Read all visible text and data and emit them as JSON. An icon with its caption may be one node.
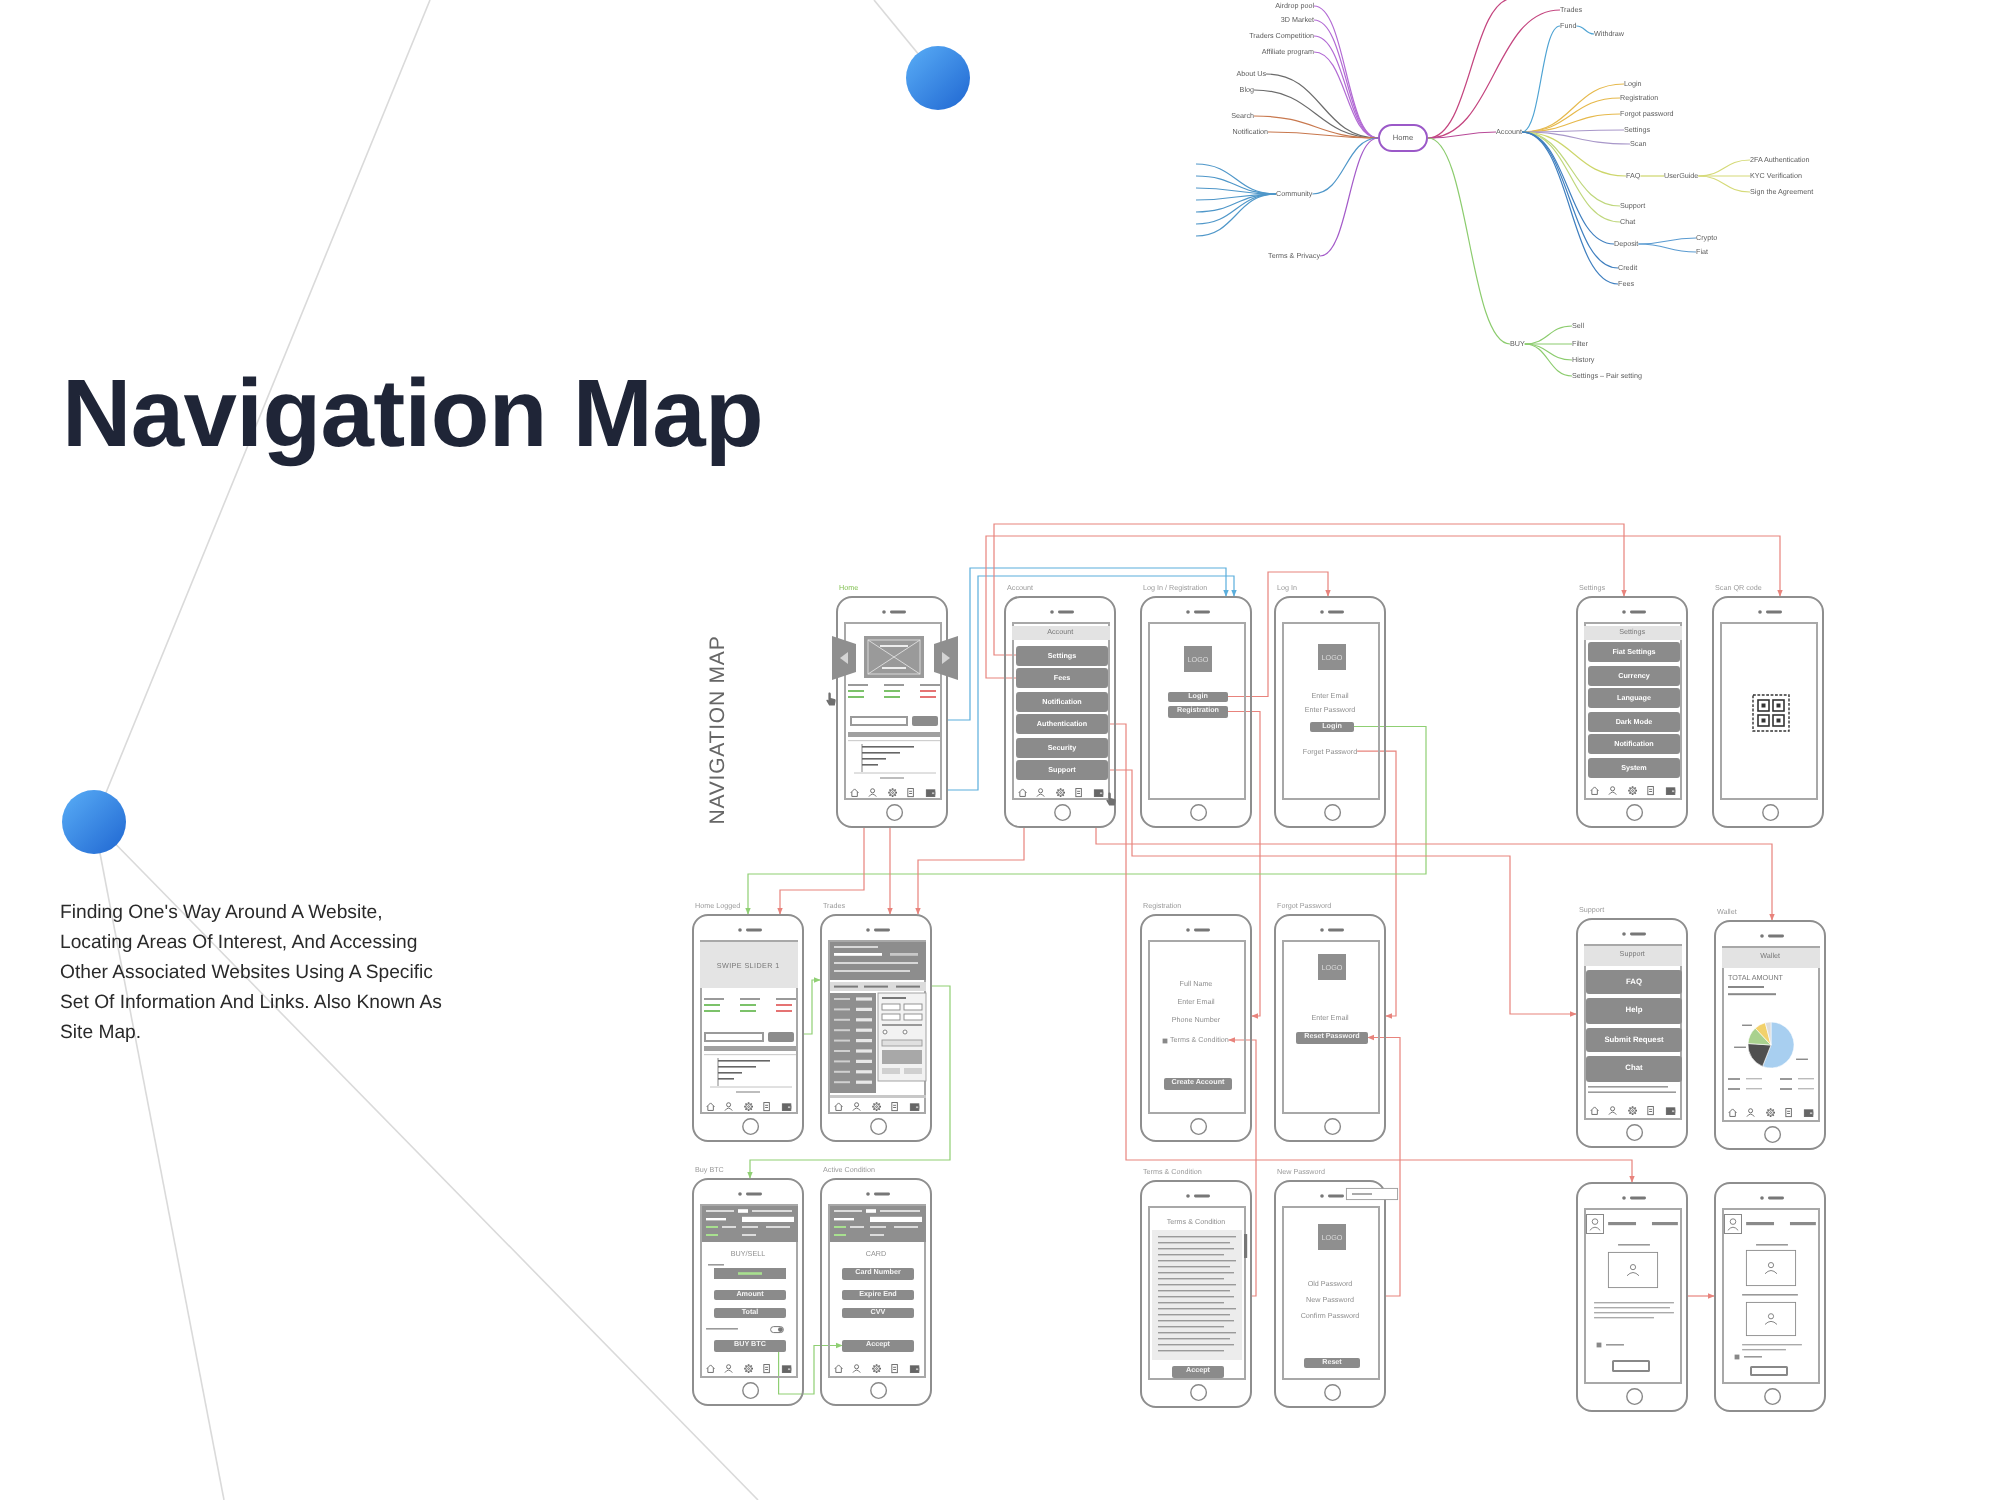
{
  "diagram": {
    "title": "Navigation Map",
    "caption": "Finding One's Way Around A Website, Locating Areas Of Interest, And Accessing Other Associated Websites Using A Specific Set Of Information And Links. Also Known As Site Map.",
    "nodes": [
      {
        "text": [
          "Home"
        ]
      },
      {
        "text": [
          "Airdrop pool"
        ]
      },
      {
        "text": [
          "3D Market"
        ]
      },
      {
        "text": [
          "Traders Competition"
        ]
      },
      {
        "text": [
          "Affiliate program"
        ]
      },
      {
        "text": [
          "About Us"
        ]
      },
      {
        "text": [
          "Blog"
        ]
      },
      {
        "text": [
          "Search"
        ]
      },
      {
        "text": [
          "Notification"
        ]
      },
      {
        "text": [
          "Community"
        ]
      },
      {
        "text": [
          "Terms & Privacy"
        ]
      },
      {
        "text": [
          "Trades"
        ]
      },
      {
        "text": [
          "Account"
        ]
      },
      {
        "text": [
          "Fund"
        ]
      },
      {
        "text": [
          "Withdraw"
        ]
      },
      {
        "text": [
          "Login"
        ]
      },
      {
        "text": [
          "Registration"
        ]
      },
      {
        "text": [
          "Forgot password"
        ]
      },
      {
        "text": [
          "Settings"
        ]
      },
      {
        "text": [
          "Scan"
        ]
      },
      {
        "text": [
          "FAQ"
        ]
      },
      {
        "text": [
          "UserGuide"
        ]
      },
      {
        "text": [
          "2FA Authentication"
        ]
      },
      {
        "text": [
          "KYC Verification"
        ]
      },
      {
        "text": [
          "Sign the Agreement"
        ]
      },
      {
        "text": [
          "Support"
        ]
      },
      {
        "text": [
          "Chat"
        ]
      },
      {
        "text": [
          "Deposit"
        ]
      },
      {
        "text": [
          "Crypto"
        ]
      },
      {
        "text": [
          "Fiat"
        ]
      },
      {
        "text": [
          "Credit"
        ]
      },
      {
        "text": [
          "Fees"
        ]
      },
      {
        "text": [
          "BUY"
        ]
      },
      {
        "text": [
          "Sell"
        ]
      },
      {
        "text": [
          "Filter"
        ]
      },
      {
        "text": [
          "History"
        ]
      },
      {
        "text": [
          "Settings – Pair setting"
        ]
      },
      {
        "text": [
          "Home"
        ]
      },
      {
        "text": [
          "Account",
          "Account"
        ]
      },
      {
        "text": [
          "Settings"
        ],
        "in": 38
      },
      {
        "text": [
          "Fees"
        ],
        "in": 38
      },
      {
        "text": [
          "Notification"
        ],
        "in": 38
      },
      {
        "text": [
          "Authentication"
        ],
        "in": 38
      },
      {
        "text": [
          "Security"
        ],
        "in": 38
      },
      {
        "text": [
          "Support"
        ],
        "in": 38
      },
      {
        "text": [
          "Log In / Registration",
          "LOGO"
        ]
      },
      {
        "text": [
          "Login"
        ],
        "in": 45
      },
      {
        "text": [
          "Registration"
        ],
        "in": 45
      },
      {
        "text": [
          "Log In",
          "LOGO",
          "Enter Email",
          "Enter Password"
        ]
      },
      {
        "text": [
          "Login"
        ],
        "in": 48
      },
      {
        "text": [
          "Forget Password"
        ],
        "in": 48
      },
      {
        "text": [
          "Settings",
          "Settings"
        ]
      },
      {
        "text": [
          "Fiat Settings"
        ],
        "in": 51
      },
      {
        "text": [
          "Currency"
        ],
        "in": 51
      },
      {
        "text": [
          "Language"
        ],
        "in": 51
      },
      {
        "text": [
          "Dark Mode"
        ],
        "in": 51
      },
      {
        "text": [
          "Notification"
        ],
        "in": 51
      },
      {
        "text": [
          "System"
        ],
        "in": 51
      },
      {
        "text": [
          "Scan QR code"
        ]
      },
      {
        "text": [
          "Home Logged",
          "SWIPE SLIDER 1"
        ]
      },
      {
        "text": [
          "Trades"
        ]
      },
      {
        "text": [
          "Registration",
          "Full Name",
          "Enter Email",
          "Phone Number"
        ]
      },
      {
        "text": [
          "Terms & Condition"
        ],
        "in": 61
      },
      {
        "text": [
          "Create Account"
        ],
        "in": 61
      },
      {
        "text": [
          "Forgot Password",
          "LOGO",
          "Enter Email"
        ]
      },
      {
        "text": [
          "Reset Password"
        ],
        "in": 64
      },
      {
        "text": [
          "Support",
          "Support"
        ]
      },
      {
        "text": [
          "FAQ"
        ],
        "in": 66
      },
      {
        "text": [
          "Help"
        ],
        "in": 66
      },
      {
        "text": [
          "Submit Request"
        ],
        "in": 66
      },
      {
        "text": [
          "Chat"
        ],
        "in": 66
      },
      {
        "text": [
          "Wallet",
          "Wallet",
          "TOTAL AMOUNT"
        ]
      },
      {
        "text": [
          "Buy BTC",
          "BUY/SELL"
        ]
      },
      {
        "text": [
          "Amount"
        ],
        "in": 72
      },
      {
        "text": [
          "Total"
        ],
        "in": 72
      },
      {
        "text": [
          "BUY BTC"
        ],
        "in": 72
      },
      {
        "text": [
          "Active Condition",
          "CARD"
        ]
      },
      {
        "text": [
          "Card Number"
        ],
        "in": 76
      },
      {
        "text": [
          "Expire End"
        ],
        "in": 76
      },
      {
        "text": [
          "CVV"
        ],
        "in": 76
      },
      {
        "text": [
          "Accept"
        ],
        "in": 76
      },
      {
        "text": [
          "Terms & Condition",
          "Terms & Condition"
        ]
      },
      {
        "text": [
          "Accept"
        ],
        "in": 81
      },
      {
        "text": [
          "New Password",
          "LOGO",
          "Old Password",
          "New Password",
          "Confirm Password"
        ]
      },
      {
        "text": [
          "Reset"
        ],
        "in": 83
      },
      {
        "text": [],
        "shape": "box"
      },
      {
        "text": [],
        "shape": "box"
      }
    ],
    "edges": [
      {
        "from": 0,
        "to": 1,
        "arrow": "none",
        "color": "#b26ad4"
      },
      {
        "from": 0,
        "to": 2,
        "arrow": "none",
        "color": "#b26ad4"
      },
      {
        "from": 0,
        "to": 3,
        "arrow": "none",
        "color": "#b26ad4"
      },
      {
        "from": 0,
        "to": 4,
        "arrow": "none",
        "color": "#b26ad4"
      },
      {
        "from": 0,
        "to": 5,
        "arrow": "none",
        "color": "#6b6b6b"
      },
      {
        "from": 0,
        "to": 6,
        "arrow": "none",
        "color": "#6b6b6b"
      },
      {
        "from": 0,
        "to": 7,
        "arrow": "none",
        "color": "#c8784e"
      },
      {
        "from": 0,
        "to": 8,
        "arrow": "none",
        "color": "#c8784e"
      },
      {
        "from": 0,
        "to": 9,
        "arrow": "none",
        "color": "#4f97c9"
      },
      {
        "from": 9,
        "to": null,
        "arrow": "none",
        "color": "#4f97c9"
      },
      {
        "from": 9,
        "to": null,
        "arrow": "none",
        "color": "#4f97c9"
      },
      {
        "from": 9,
        "to": null,
        "arrow": "none",
        "color": "#4f97c9"
      },
      {
        "from": 9,
        "to": null,
        "arrow": "none",
        "color": "#4f97c9"
      },
      {
        "from": 9,
        "to": null,
        "arrow": "none",
        "color": "#4f97c9"
      },
      {
        "from": 9,
        "to": null,
        "arrow": "none",
        "color": "#4f97c9"
      },
      {
        "from": 9,
        "to": null,
        "arrow": "none",
        "color": "#4f97c9"
      },
      {
        "from": 0,
        "to": 10,
        "arrow": "none",
        "color": "#a45bc9"
      },
      {
        "from": 0,
        "to": 11,
        "arrow": "none",
        "color": "#c4457f"
      },
      {
        "from": 0,
        "to": null,
        "arrow": "none",
        "color": "#c4457f"
      },
      {
        "from": 0,
        "to": 12,
        "arrow": "none",
        "color": "#b84a98"
      },
      {
        "from": 12,
        "to": 13,
        "arrow": "none",
        "color": "#4ea3d3"
      },
      {
        "from": 13,
        "to": 14,
        "arrow": "none",
        "color": "#4ea3d3"
      },
      {
        "from": 12,
        "to": 15,
        "arrow": "none",
        "color": "#e6b94c"
      },
      {
        "from": 12,
        "to": 16,
        "arrow": "none",
        "color": "#e6b94c"
      },
      {
        "from": 12,
        "to": 17,
        "arrow": "none",
        "color": "#e6b94c"
      },
      {
        "from": 12,
        "to": 18,
        "arrow": "none",
        "color": "#a897c9"
      },
      {
        "from": 12,
        "to": 19,
        "arrow": "none",
        "color": "#a897c9"
      },
      {
        "from": 12,
        "to": 20,
        "arrow": "none",
        "color": "#cdd66b"
      },
      {
        "from": 20,
        "to": 21,
        "arrow": "none",
        "color": "#cdd66b"
      },
      {
        "from": 21,
        "to": 22,
        "arrow": "none",
        "color": "#d5da78"
      },
      {
        "from": 21,
        "to": 23,
        "arrow": "none",
        "color": "#d5da78"
      },
      {
        "from": 21,
        "to": 24,
        "arrow": "none",
        "color": "#d5da78"
      },
      {
        "from": 12,
        "to": 25,
        "arrow": "none",
        "color": "#bfd77c"
      },
      {
        "from": 12,
        "to": 26,
        "arrow": "none",
        "color": "#bfd77c"
      },
      {
        "from": 12,
        "to": 27,
        "arrow": "none",
        "color": "#3f7fbf"
      },
      {
        "from": 27,
        "to": 28,
        "arrow": "none",
        "color": "#5a9bd1"
      },
      {
        "from": 27,
        "to": 29,
        "arrow": "none",
        "color": "#5a9bd1"
      },
      {
        "from": 12,
        "to": 30,
        "arrow": "none",
        "color": "#3f7fbf"
      },
      {
        "from": 12,
        "to": 31,
        "arrow": "none",
        "color": "#3f7fbf"
      },
      {
        "from": 0,
        "to": 32,
        "arrow": "none",
        "color": "#8ccc6e"
      },
      {
        "from": 32,
        "to": 33,
        "arrow": "none",
        "color": "#8ccc6e"
      },
      {
        "from": 32,
        "to": 34,
        "arrow": "none",
        "color": "#8ccc6e"
      },
      {
        "from": 32,
        "to": 35,
        "arrow": "none",
        "color": "#8ccc6e"
      },
      {
        "from": 32,
        "to": 36,
        "arrow": "none",
        "color": "#8ccc6e"
      },
      {
        "from": 37,
        "to": 45,
        "arrow": "to",
        "color": "#5aaedc"
      },
      {
        "from": 37,
        "to": 45,
        "arrow": "to",
        "color": "#5aaedc"
      },
      {
        "from": 39,
        "to": 51,
        "arrow": "to",
        "color": "#e8837c"
      },
      {
        "from": 40,
        "to": 58,
        "arrow": "to",
        "color": "#e8837c"
      },
      {
        "from": 46,
        "to": 48,
        "arrow": "to",
        "color": "#e8837c"
      },
      {
        "from": 47,
        "to": 61,
        "arrow": "to",
        "color": "#e8837c"
      },
      {
        "from": 50,
        "to": 64,
        "arrow": "to",
        "color": "#e8837c"
      },
      {
        "from": 49,
        "to": 59,
        "arrow": "to",
        "color": "#8fcf73"
      },
      {
        "from": 59,
        "to": 60,
        "arrow": "to",
        "color": "#8fcf73"
      },
      {
        "from": 60,
        "to": 72,
        "arrow": "to",
        "color": "#8fcf73"
      },
      {
        "from": 81,
        "to": 62,
        "arrow": "to",
        "color": "#e8837c"
      },
      {
        "from": 83,
        "to": 65,
        "arrow": "to",
        "color": "#e8837c"
      },
      {
        "from": 44,
        "to": 66,
        "arrow": "to",
        "color": "#e8837c"
      },
      {
        "from": 42,
        "to": 85,
        "arrow": "to",
        "color": "#e8837c"
      },
      {
        "from": 38,
        "to": 71,
        "arrow": "to",
        "color": "#e8837c"
      },
      {
        "from": 37,
        "to": 60,
        "arrow": "to",
        "color": "#e8837c"
      },
      {
        "from": 38,
        "to": 60,
        "arrow": "to",
        "color": "#e8837c"
      },
      {
        "from": 37,
        "to": 59,
        "arrow": "to",
        "color": "#e8837c"
      },
      {
        "from": 85,
        "to": 86,
        "arrow": "to",
        "color": "#e8837c"
      },
      {
        "from": 75,
        "to": 80,
        "arrow": "to",
        "color": "#8fcf73"
      }
    ],
    "labels": [
      "NAVIGATION MAP"
    ]
  }
}
